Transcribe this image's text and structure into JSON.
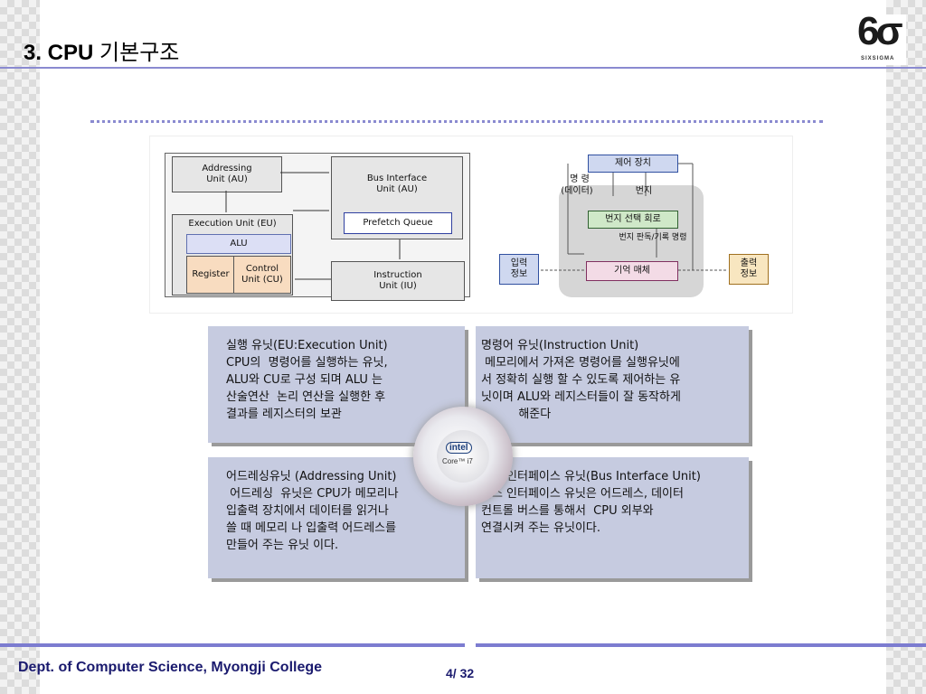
{
  "slide": {
    "title_prefix": "3. CPU ",
    "title_korean": "기본구조"
  },
  "logo": {
    "number": "6σ",
    "text": "SIXSIGMA"
  },
  "diagram_left": {
    "addressing": "Addressing\nUnit (AU)",
    "bus_interface": "Bus Interface\nUnit (AU)",
    "execution": "Execution Unit (EU)",
    "alu": "ALU",
    "register": "Register",
    "control": "Control\nUnit (CU)",
    "prefetch": "Prefetch Queue",
    "instruction": "Instruction\nUnit (IU)"
  },
  "diagram_right": {
    "control_unit": "제어 장치",
    "command": "명 령",
    "data": "(데이터)",
    "address": "번지",
    "address_select": "번지 선택 회로",
    "address_rw": "번지 판독/기록 명령",
    "memory": "기억 매체",
    "input": "입력\n정보",
    "output": "출력\n정보"
  },
  "cards": {
    "eu": [
      "실행 유닛(EU:Execution Unit)",
      "CPU의  명령어를 실행하는 유닛,",
      "ALU와 CU로 구성 되며 ALU 는",
      "산술연산  논리 연산을 실행한 후",
      "결과를 레지스터의 보관"
    ],
    "iu": [
      "명령어 유닛(Instruction Unit)",
      " 메모리에서 가져온 명령어를 실행유닛에",
      "서 정확히 실행 할 수 있도록 제어하는 유",
      "닛이며 ALU와 레지스터들이 잘 동작하게",
      "          해준다"
    ],
    "au": [
      "어드레싱유닛 (Addressing Unit)",
      "",
      " 어드레싱  유닛은 CPU가 메모리나",
      "입출력 장치에서 데이터를 읽거나",
      "쓸 때 메모리 나 입출력 어드레스를",
      "만들어 주는 유닛 이다."
    ],
    "biu": [
      "버스 인터페이스 유닛(Bus Interface Unit)",
      "",
      "버스 인터페이스 유닛은 어드레스, 데이터",
      "컨트롤 버스를 통해서  CPU 외부와",
      "연결시켜 주는 유닛이다."
    ]
  },
  "chip": {
    "brand": "intel",
    "model": "Core™ i7"
  },
  "footer": {
    "dept": "Dept. of Computer Science, Myongji College",
    "page": "4/ 32"
  }
}
